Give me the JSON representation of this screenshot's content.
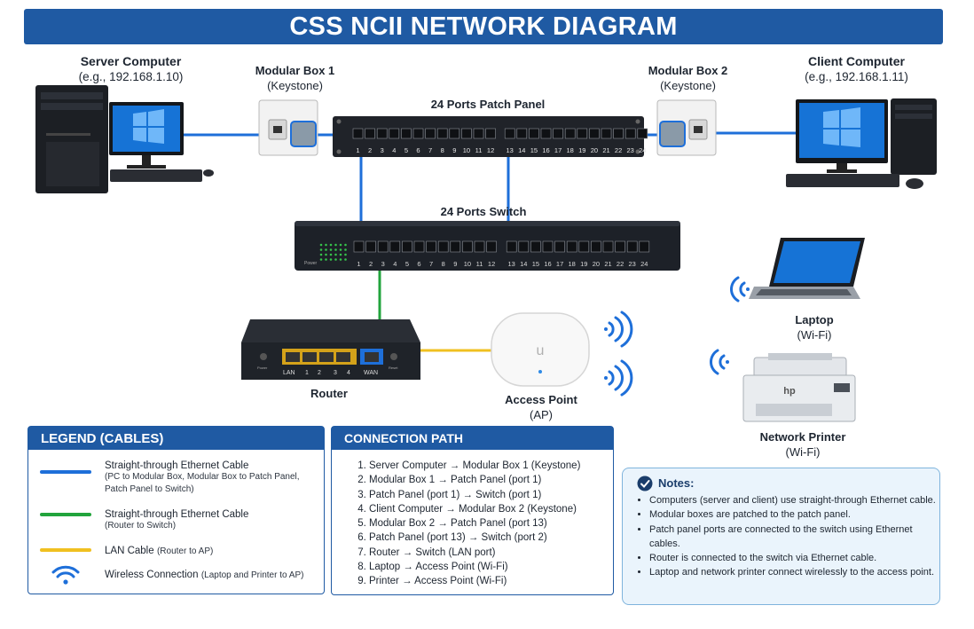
{
  "title": "CSS NCII NETWORK DIAGRAM",
  "devices": {
    "server": {
      "name": "Server Computer",
      "detail": "(e.g., 192.168.1.10)"
    },
    "modular_box_1": {
      "name": "Modular Box 1",
      "detail": "(Keystone)"
    },
    "patch_panel": {
      "name": "24 Ports Patch Panel",
      "ports": [
        "1",
        "2",
        "3",
        "4",
        "5",
        "6",
        "7",
        "8",
        "9",
        "10",
        "11",
        "12",
        "13",
        "14",
        "15",
        "16",
        "17",
        "18",
        "19",
        "20",
        "21",
        "22",
        "23",
        "24"
      ]
    },
    "modular_box_2": {
      "name": "Modular Box 2",
      "detail": "(Keystone)"
    },
    "client": {
      "name": "Client Computer",
      "detail": "(e.g., 192.168.1.11)"
    },
    "switch": {
      "name": "24 Ports Switch",
      "ports": [
        "1",
        "2",
        "3",
        "4",
        "5",
        "6",
        "7",
        "8",
        "9",
        "10",
        "11",
        "12",
        "13",
        "14",
        "15",
        "16",
        "17",
        "18",
        "19",
        "20",
        "21",
        "22",
        "23",
        "24"
      ],
      "power_label": "Power"
    },
    "router": {
      "name": "Router",
      "port_labels": [
        "LAN",
        "1",
        "2",
        "3",
        "4",
        "WAN"
      ],
      "power_label": "Power",
      "reset_label": "Reset"
    },
    "access_point": {
      "name": "Access Point",
      "detail": "(AP)",
      "logo": "u"
    },
    "laptop": {
      "name": "Laptop",
      "detail": "(Wi-Fi)"
    },
    "printer": {
      "name": "Network Printer",
      "detail": "(Wi-Fi)",
      "logo": "hp"
    }
  },
  "legend": {
    "title": "LEGEND (CABLES)",
    "items": [
      {
        "label": "Straight-through Ethernet Cable",
        "sub": "(PC to Modular Box, Modular Box to Patch Panel, Patch Panel to Switch)",
        "color": "#1e6fd9"
      },
      {
        "label": "Straight-through Ethernet Cable",
        "sub": "(Router to Switch)",
        "color": "#22a43c"
      },
      {
        "label": "LAN Cable",
        "sub": "(Router to AP)",
        "color": "#f0c020"
      },
      {
        "label": "Wireless Connection",
        "sub": "(Laptop and Printer to AP)",
        "icon": "wifi-icon",
        "color": "#1e6fd9"
      }
    ]
  },
  "connection_path": {
    "title": "CONNECTION PATH",
    "items": [
      "Server Computer → Modular Box 1 (Keystone)",
      "Modular Box 1 → Patch Panel (port 1)",
      "Patch Panel (port 1) → Switch (port 1)",
      "Client Computer → Modular Box 2 (Keystone)",
      "Modular Box 2 → Patch Panel (port 13)",
      "Patch Panel (port 13) → Switch (port 2)",
      "Router → Switch (LAN port)",
      "Laptop → Access Point (Wi-Fi)",
      "Printer → Access Point (Wi-Fi)"
    ]
  },
  "notes": {
    "title": "Notes:",
    "items": [
      "Computers (server and client) use straight-through Ethernet cable.",
      "Modular boxes are patched to the patch panel.",
      "Patch panel ports are connected to the switch using Ethernet cables.",
      "Router is connected to the switch via Ethernet cable.",
      "Laptop and network printer connect wirelessly to the access point."
    ]
  },
  "colors": {
    "accent": "#1f5aa3",
    "cable_blue": "#1e6fd9",
    "cable_green": "#22a43c",
    "cable_yellow": "#f0c020",
    "notes_bg": "#eaf4fc"
  }
}
